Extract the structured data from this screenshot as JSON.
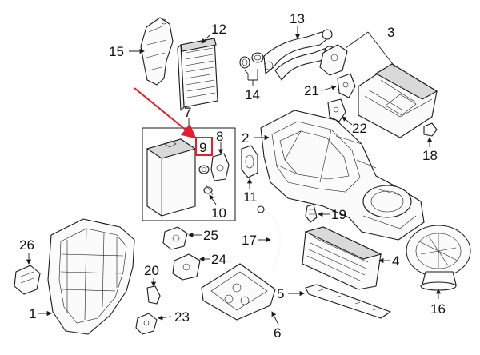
{
  "diagram": {
    "callouts": {
      "c1": "1",
      "c2": "2",
      "c3": "3",
      "c4": "4",
      "c5": "5",
      "c6": "6",
      "c7": "7",
      "c8": "8",
      "c9": "9",
      "c10": "10",
      "c11": "11",
      "c12": "12",
      "c13": "13",
      "c14": "14",
      "c15": "15",
      "c16": "16",
      "c17": "17",
      "c18": "18",
      "c19": "19",
      "c20": "20",
      "c21": "21",
      "c22": "22",
      "c23": "23",
      "c24": "24",
      "c25": "25",
      "c26": "26"
    },
    "highlight": {
      "callout": "9",
      "color": "#e0202a"
    }
  }
}
